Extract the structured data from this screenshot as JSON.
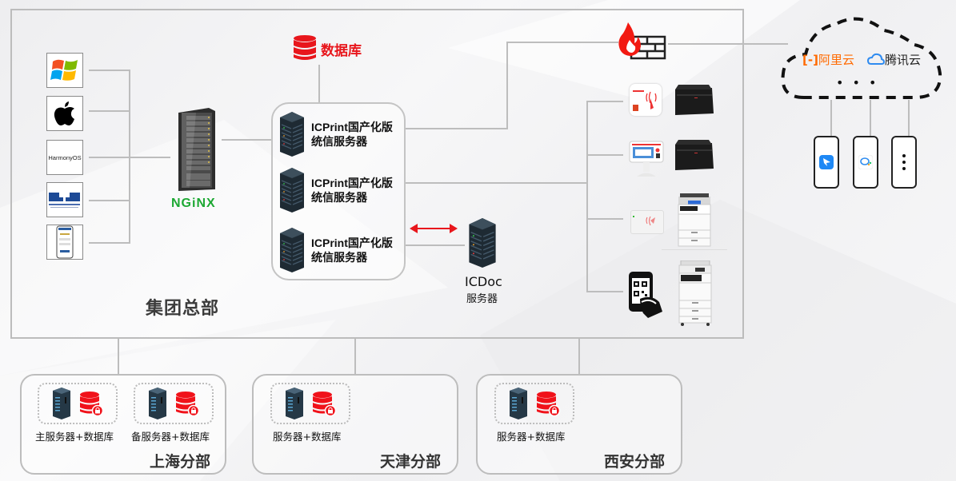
{
  "headquarters": {
    "title": "集团总部",
    "database_label": "数据库",
    "clients": [
      {
        "name": "windows",
        "icon": "windows-logo-icon"
      },
      {
        "name": "apple",
        "icon": "apple-logo-icon"
      },
      {
        "name": "harmonyos",
        "icon": "harmonyos-logo-icon",
        "label": "HarmonyOS"
      },
      {
        "name": "company",
        "icon": "company-logo-icon"
      },
      {
        "name": "mobile-app",
        "icon": "mobile-app-icon"
      }
    ],
    "proxy_label": "NGiNX",
    "print_servers": [
      {
        "line1": "ICPrint国产化版",
        "line2": "统信服务器"
      },
      {
        "line1": "ICPrint国产化版",
        "line2": "统信服务器"
      },
      {
        "line1": "ICPrint国产化版",
        "line2": "统信服务器"
      }
    ],
    "doc_server": {
      "line1": "ICDoc",
      "line2": "服务器"
    },
    "devices": [
      {
        "terminal": "card-reader",
        "printer": "laser-printer"
      },
      {
        "terminal": "touch-terminal",
        "printer": "laser-printer"
      },
      {
        "terminal": "card-reader-flat",
        "printer": "multifunction-copier"
      },
      {
        "terminal": "qr-scan-phone",
        "printer": "multifunction-copier"
      }
    ]
  },
  "cloud": {
    "providers": [
      "阿里云",
      "腾讯云"
    ],
    "ellipsis": "• • •",
    "apps": [
      "dingtalk-app",
      "wecom-app",
      "more-apps"
    ]
  },
  "branches": [
    {
      "title": "上海分部",
      "units": [
        "主服务器+数据库",
        "备服务器+数据库"
      ]
    },
    {
      "title": "天津分部",
      "units": [
        "服务器+数据库"
      ]
    },
    {
      "title": "西安分部",
      "units": [
        "服务器+数据库"
      ]
    }
  ],
  "colors": {
    "accent_red": "#e8161c",
    "nginx_green": "#1da833",
    "aliyun_orange": "#ff6a00",
    "tencent_blue": "#2f8bf0",
    "line_gray": "#bdbdbd"
  }
}
